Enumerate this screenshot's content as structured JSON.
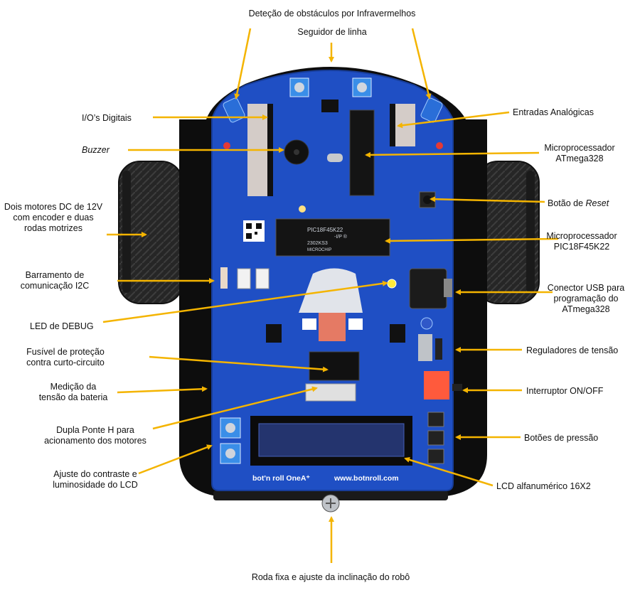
{
  "labels": {
    "top_ir": "Deteção de obstáculos por Infravermelhos",
    "top_line": "Seguidor de linha",
    "io_digital": "I/O’s Digitais",
    "buzzer": "Buzzer",
    "motors_1": "Dois motores DC de 12V",
    "motors_2": "com encoder e duas",
    "motors_3": "rodas motrizes",
    "i2c_1": "Barramento de",
    "i2c_2": "comunicação I2C",
    "debug_led": "LED de DEBUG",
    "fuse_1": "Fusível de proteção",
    "fuse_2": "contra curto-circuito",
    "battery_1": "Medição da",
    "battery_2": "tensão da bateria",
    "hbridge_1": "Dupla Ponte H para",
    "hbridge_2": "acionamento dos motores",
    "contrast_1": "Ajuste do contraste e",
    "contrast_2": "luminosidade do LCD",
    "analog_inputs": "Entradas Analógicas",
    "atmega_1": "Microprocessador",
    "atmega_2": "ATmega328",
    "reset_prefix": "Botão de ",
    "reset_em": "Reset",
    "pic_1": "Microprocessador",
    "pic_2": "PIC18F45K22",
    "usb_1": "Conector USB para",
    "usb_2": "programação do",
    "usb_3": "ATmega328",
    "regulators": "Reguladores de tensão",
    "onoff": "Interruptor ON/OFF",
    "push_buttons": "Botões de pressão",
    "lcd": "LCD alfanumérico 16X2",
    "bottom_wheel": "Roda fixa e ajuste da inclinação do robô"
  },
  "board": {
    "brand": "bot'n roll OneA⁺",
    "site": "www.botnroll.com",
    "pic_chip_1": "PIC18F45K22",
    "pic_chip_2": "-I/P ®",
    "pic_chip_3": "2302KS3",
    "pic_chip_4": "MICROCHIP"
  },
  "colors": {
    "arrow": "#f4b400",
    "pcb": "#1f4fc4",
    "pcb_dark": "#173d9a",
    "chassis": "#0d0d0d",
    "tire": "#2a2a2a",
    "lcd": "#24346e"
  }
}
